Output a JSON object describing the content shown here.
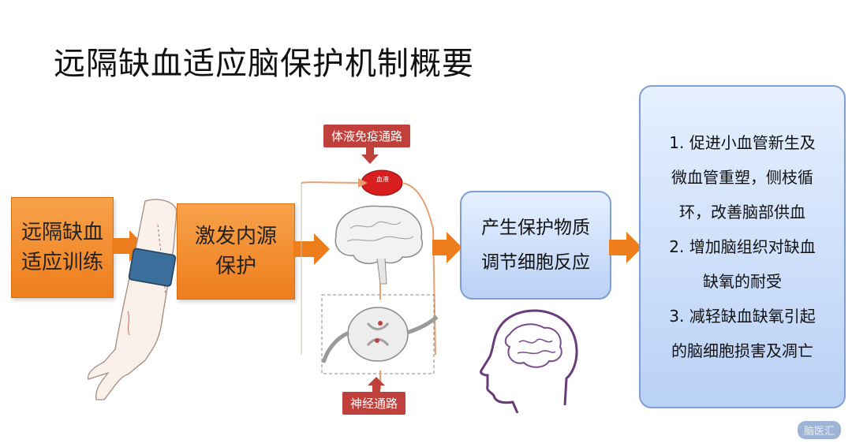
{
  "title": "远隔缺血适应脑保护机制概要",
  "box1": {
    "line1": "远隔缺血",
    "line2": "适应训练"
  },
  "box2": {
    "line1": "激发内源",
    "line2": "保护"
  },
  "box3": {
    "line1": "产生保护物质",
    "line2": "调节细胞反应"
  },
  "box4": {
    "lines": [
      "1. 促进小血管新生及",
      "微血管重塑，侧枝循",
      "环，改善脑部供血",
      "2. 增加脑组织对缺血",
      "缺氧的耐受",
      "3. 减轻缺血缺氧引起",
      "的脑细胞损害及凋亡"
    ]
  },
  "tags": {
    "humoral": "体液免疫通路",
    "neural": "神经通路"
  },
  "organ_label": "血液",
  "watermark": "脑医汇",
  "colors": {
    "orange": "#ee7d1c",
    "blue_border": "#7f9ed1",
    "tag_red": "#c0413c"
  }
}
